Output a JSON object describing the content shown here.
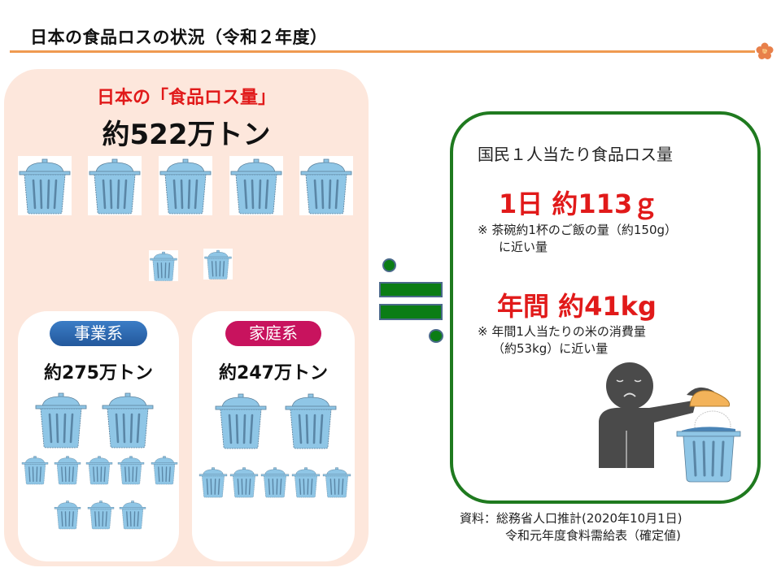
{
  "header": {
    "title": "日本の食品ロスの状況（令和２年度）",
    "accent_color": "#ef9a50",
    "decoration_icon": "plum-blossom-icon"
  },
  "total_panel": {
    "heading": "日本の「食品ロス量」",
    "value": "約522万トン",
    "heading_color": "#e11a1a",
    "background_color": "#fde7dc",
    "large_bins": 5,
    "small_bins": 2
  },
  "breakdown": [
    {
      "label": "事業系",
      "value": "約275万トン",
      "badge_color": "#2e6db4",
      "large_bins": 2,
      "small_bins": 8
    },
    {
      "label": "家庭系",
      "value": "約247万トン",
      "badge_color": "#c8135e",
      "large_bins": 2,
      "small_bins": 5
    }
  ],
  "equals_symbol": {
    "icon": "approximately-equal-icon",
    "color": "#0b7d15"
  },
  "per_capita": {
    "title": "国民１人当たり食品ロス量",
    "daily": {
      "value": "1日 約113ｇ",
      "note_line1": "※ 茶碗約1杯のご飯の量（約150g）",
      "note_line2": "に近い量"
    },
    "yearly": {
      "value": "年間 約41kg",
      "note_line1": "※ 年間1人当たりの米の消費量",
      "note_line2": "（約53kg）に近い量"
    },
    "border_color": "#1f7a1f",
    "value_color": "#e11a1a",
    "illustration": "person-discarding-rice-icon"
  },
  "source": {
    "line1": "資料：総務省人口推計(2020年10月1日)",
    "line2": "令和元年度食料需給表（確定値)"
  }
}
